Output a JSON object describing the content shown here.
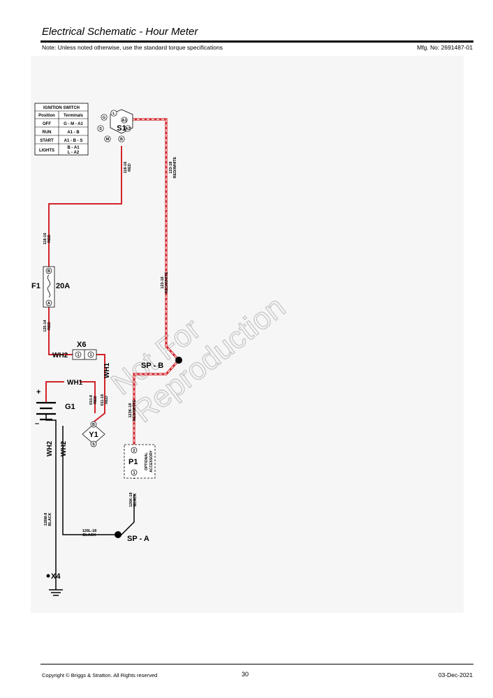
{
  "header": {
    "title": "Electrical Schematic - Hour Meter",
    "note": "Note: Unless noted otherwise, use the standard torque specifications",
    "mfg_no": "Mfg. No: 2691487-01"
  },
  "footer": {
    "copyright": "Copyright ©  Briggs & Stratton. All Rights reserved",
    "page_number": "30",
    "date": "03-Dec-2021"
  },
  "colors": {
    "wire_red": "#d2232a",
    "wire_white": "#ffffff",
    "wire_black": "#000000",
    "background": "#f6f6f6",
    "watermark": "#c4c4c4"
  },
  "ignition_table": {
    "title": "IGNITION SWITCH",
    "headers": [
      "Position",
      "Terminals"
    ],
    "rows": [
      [
        "OFF",
        "G - M - A1"
      ],
      [
        "RUN",
        "A1 - B"
      ],
      [
        "START",
        "A1 - B - S"
      ],
      [
        "LIGHTS",
        "B - A1",
        "L - A2"
      ]
    ]
  },
  "components": {
    "s1": {
      "label": "S1",
      "terminals": [
        "G",
        "L",
        "A1",
        "S",
        "A2",
        "M",
        "B"
      ]
    },
    "f1": {
      "label": "F1",
      "rating": "20A",
      "terminal_top": "B",
      "terminal_bottom": "A"
    },
    "x6": {
      "label": "X6",
      "pin": "1"
    },
    "g1": {
      "label": "G1",
      "plus": "+",
      "minus": "–"
    },
    "y1": {
      "label": "Y1",
      "terminal_top": "B",
      "terminal_bottom": "S"
    },
    "p1": {
      "label": "P1",
      "pin_top": "2",
      "pin_bottom": "1",
      "desc1": "OPTIONAL",
      "desc2": "ACCESSORY"
    },
    "spb": {
      "label": "SP - B"
    },
    "spa": {
      "label": "SP - A"
    },
    "x4": {
      "label": "X4"
    }
  },
  "wires": {
    "w118_top": {
      "id": "118-16",
      "color": "RED"
    },
    "w123_top": {
      "id": "123-18",
      "color": "RED/WHITE"
    },
    "w118_mid": {
      "id": "118-16",
      "color": "RED"
    },
    "w123_mid": {
      "id": "123-18",
      "color": "RED/WHITE"
    },
    "w125": {
      "id": "125-14",
      "color": "RED"
    },
    "w010": {
      "id": "010-8",
      "color": "RED"
    },
    "w011": {
      "id": "011-16",
      "color": "RED"
    },
    "w123k": {
      "id": "123K-18",
      "color": "RED/WHITE"
    },
    "w126k": {
      "id": "126K-18",
      "color": "BLACK"
    },
    "w126m": {
      "id": "126M-8",
      "color": "BLACK"
    },
    "w126l": {
      "id": "126L-18",
      "color": "BLACK"
    }
  },
  "wire_tags": {
    "wh1": "WH1",
    "wh2": "WH2"
  },
  "watermark": {
    "line1": "Not For",
    "line2": "Reproduction"
  }
}
